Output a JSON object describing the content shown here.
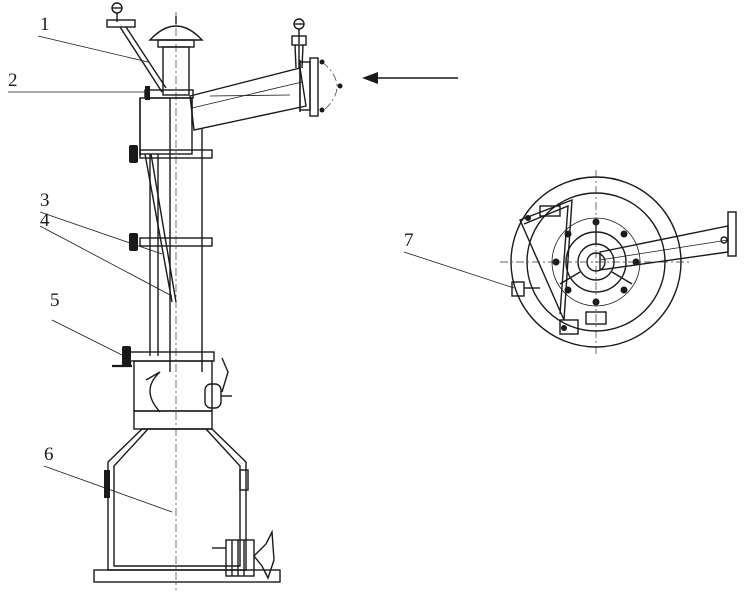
{
  "figure": {
    "labels": [
      {
        "id": "1",
        "text": "1"
      },
      {
        "id": "2",
        "text": "2"
      },
      {
        "id": "3",
        "text": "3"
      },
      {
        "id": "4",
        "text": "4"
      },
      {
        "id": "5",
        "text": "5"
      },
      {
        "id": "6",
        "text": "6"
      },
      {
        "id": "7",
        "text": "7"
      }
    ],
    "colors": {
      "line": "#1a1a1a",
      "background": "#ffffff"
    }
  }
}
